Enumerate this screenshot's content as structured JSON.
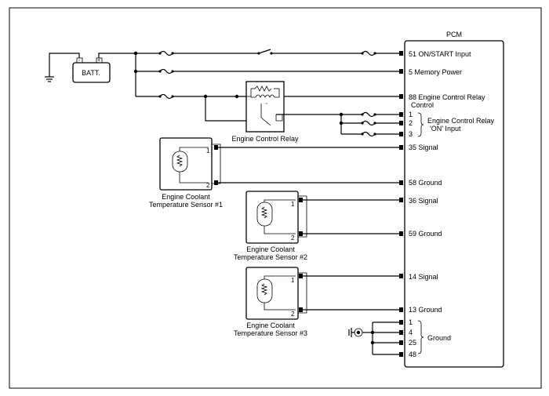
{
  "pcm": {
    "title": "PCM"
  },
  "battery": {
    "label": "BATT."
  },
  "relay": {
    "title": "Engine Control Relay"
  },
  "sensors": [
    {
      "title_line1": "Engine Coolant",
      "title_line2": "Temperature Sensor #1",
      "pin1": "1",
      "pin2": "2"
    },
    {
      "title_line1": "Engine Coolant",
      "title_line2": "Temperature Sensor #2",
      "pin1": "1",
      "pin2": "2"
    },
    {
      "title_line1": "Engine Coolant",
      "title_line2": "Temperature Sensor #3",
      "pin1": "1",
      "pin2": "2"
    }
  ],
  "pins": {
    "on_start": "51 ON/START Input",
    "memory_power": "5 Memory Power",
    "ecr_control_line1": "88 Engine Control Relay",
    "ecr_control_line2": "Control",
    "on_input_1": "1",
    "on_input_2": "2",
    "on_input_3": "3",
    "on_input_label_line1": "Engine Control Relay",
    "on_input_label_line2": "'ON' Input",
    "s1_signal": "35 Signal",
    "s1_ground": "58 Ground",
    "s2_signal": "36 Signal",
    "s2_ground": "59 Ground",
    "s3_signal": "14 Signal",
    "s3_ground": "13 Ground",
    "gnd_1": "1",
    "gnd_4": "4",
    "gnd_25": "25",
    "gnd_48": "48",
    "ground_label": "Ground"
  }
}
